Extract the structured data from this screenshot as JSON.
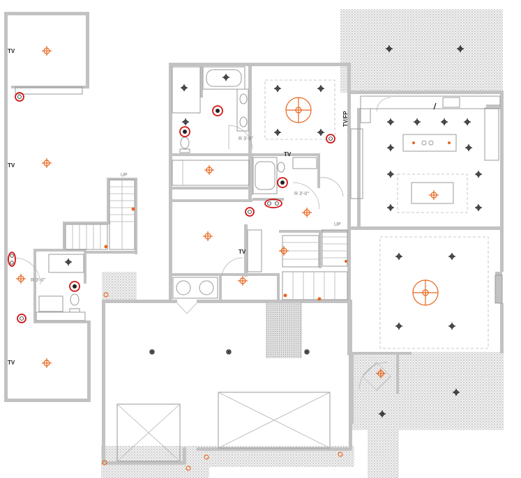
{
  "labels": {
    "tv": "TV",
    "tv_fp": "TV/FP",
    "up": "UP",
    "dimension": "R 3'-0\""
  },
  "colors": {
    "wall": "#c2c2c2",
    "fixture": "#e8651c",
    "device_circle": "#d21414",
    "patio_hatch": "#9c9c9c"
  },
  "icons": {
    "orange_light": "cross-light-icon",
    "black_light": "recessed-light-icon",
    "ceiling_fan": "ceiling-fan-icon",
    "marked_device": "circled-device-icon"
  }
}
